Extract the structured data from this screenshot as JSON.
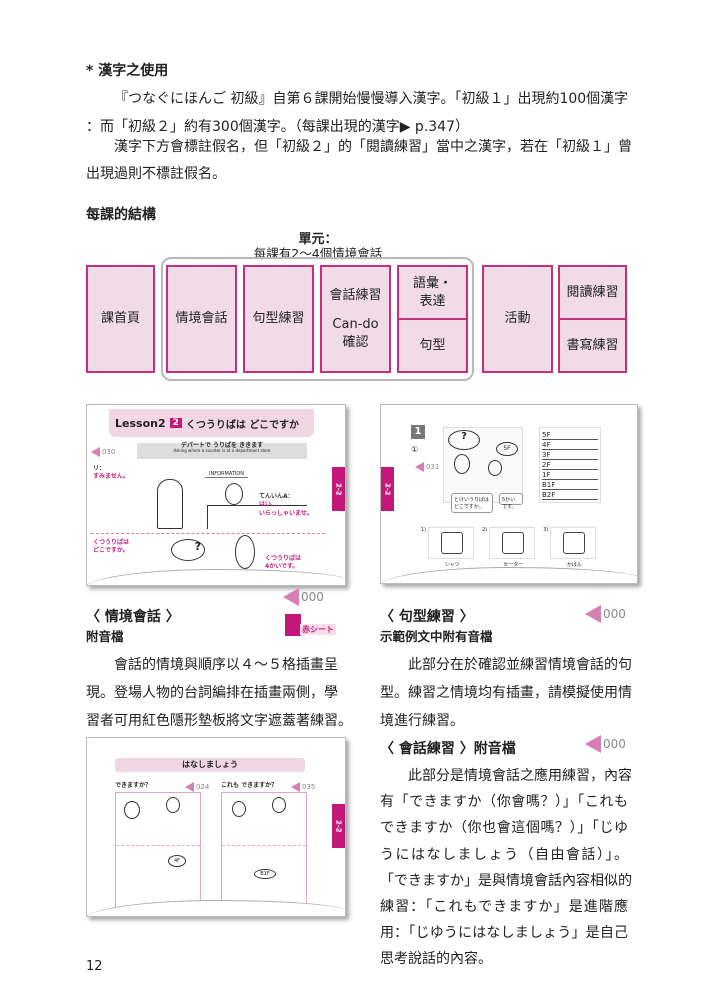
{
  "kanji": {
    "heading": "* 漢字之使用",
    "p1": [
      "『つなぐにほんご 初級』自第６課開始慢慢導入漢字。「初級１」出現約100個漢字",
      "：而「初級２」約有300個漢字。（每課出現的漢字▶ p.347）"
    ],
    "p2": [
      "漢字下方會標註假名，但「初級２」的「閱讀練習」當中之漢字，若在「初級１」曾",
      "出現過則不標註假名。"
    ]
  },
  "structure": {
    "heading": "每課的結構",
    "unit_title": "單元：",
    "unit_sub": "每課有2～4個情境會話",
    "boxes": {
      "cover": "課首頁",
      "dialog": "情境會話",
      "pattern": "句型練習",
      "conv": "會話練習",
      "cando": "Can-do",
      "cando2": "確認",
      "vocab": "語彙・",
      "vocab2": "表達",
      "sentence": "句型",
      "activity": "活動",
      "reading": "閱讀練習",
      "writing": "書寫練習"
    }
  },
  "thumb1": {
    "lesson": "Lesson2",
    "num": "2",
    "title": "くつうりばは どこですか",
    "sub": "デパートで うりばを ききます",
    "sub_en": "Asking where a counter is at a department store",
    "audio": "030",
    "tab": "2-2",
    "info": "INFORMATION",
    "l1": "リ：",
    "l2": "すみません。",
    "r1": "てんいんA：",
    "r2": "はい、",
    "r3": "いらっしゃいませ。",
    "b1": "くつうりばは",
    "b2": "どこですか。",
    "b3": "くつうりばは",
    "b4": "4かいです。"
  },
  "thumb2": {
    "num": "1",
    "circle": "①",
    "audio": "031",
    "tab": "2-2",
    "bubble": "5F",
    "s1": "とけいうりばは",
    "s2": "どこですか。",
    "s3": "5かいです。",
    "floors": [
      "5F",
      "4F",
      "3F",
      "2F",
      "1F",
      "B1F",
      "B2F"
    ],
    "items": [
      {
        "n": "1)",
        "label": "シャツ"
      },
      {
        "n": "2)",
        "label": "セーター"
      },
      {
        "n": "3)",
        "label": "かばん"
      }
    ]
  },
  "thumb3": {
    "title": "はなしましょう",
    "left": "できますか？",
    "left_audio": "024",
    "right": "これも できますか？",
    "right_audio": "035",
    "tab": "2-2",
    "bubble1": "4F",
    "bubble2": "B1F"
  },
  "dialog": {
    "audio": "000",
    "title": "〈 情境會話 〉",
    "sub": "附音檔",
    "badge": "赤シート",
    "lines": [
      "會話的情境與順序以４～５格插畫呈",
      "現。登場人物的台詞編排在插畫兩側，學",
      "習者可用紅色隱形墊板將文字遮蓋著練習。"
    ]
  },
  "pattern": {
    "audio": "000",
    "title": "〈 句型練習 〉",
    "sub": "示範例文中附有音檔",
    "lines": [
      "此部分在於確認並練習情境會話的句",
      "型。練習之情境均有插畫，請模擬使用情",
      "境進行練習。"
    ]
  },
  "conv": {
    "audio": "000",
    "title": "〈 會話練習 〉附音檔",
    "lines": [
      "此部分是情境會話之應用練習，內容",
      "有「できますか（你會嗎？）」「これも",
      "できますか（你也會這個嗎？）」「じゆ",
      "うにはなしましょう（自由會話）」。",
      "「できますか」是與情境會話內容相似的",
      "練習：「これもできますか」是進階應",
      "用：「じゆうにはなしましょう」是自己",
      "思考說話的內容。"
    ]
  },
  "page_number": "12",
  "colors": {
    "accent": "#c2187a",
    "box_fill": "#f1dbe7"
  }
}
